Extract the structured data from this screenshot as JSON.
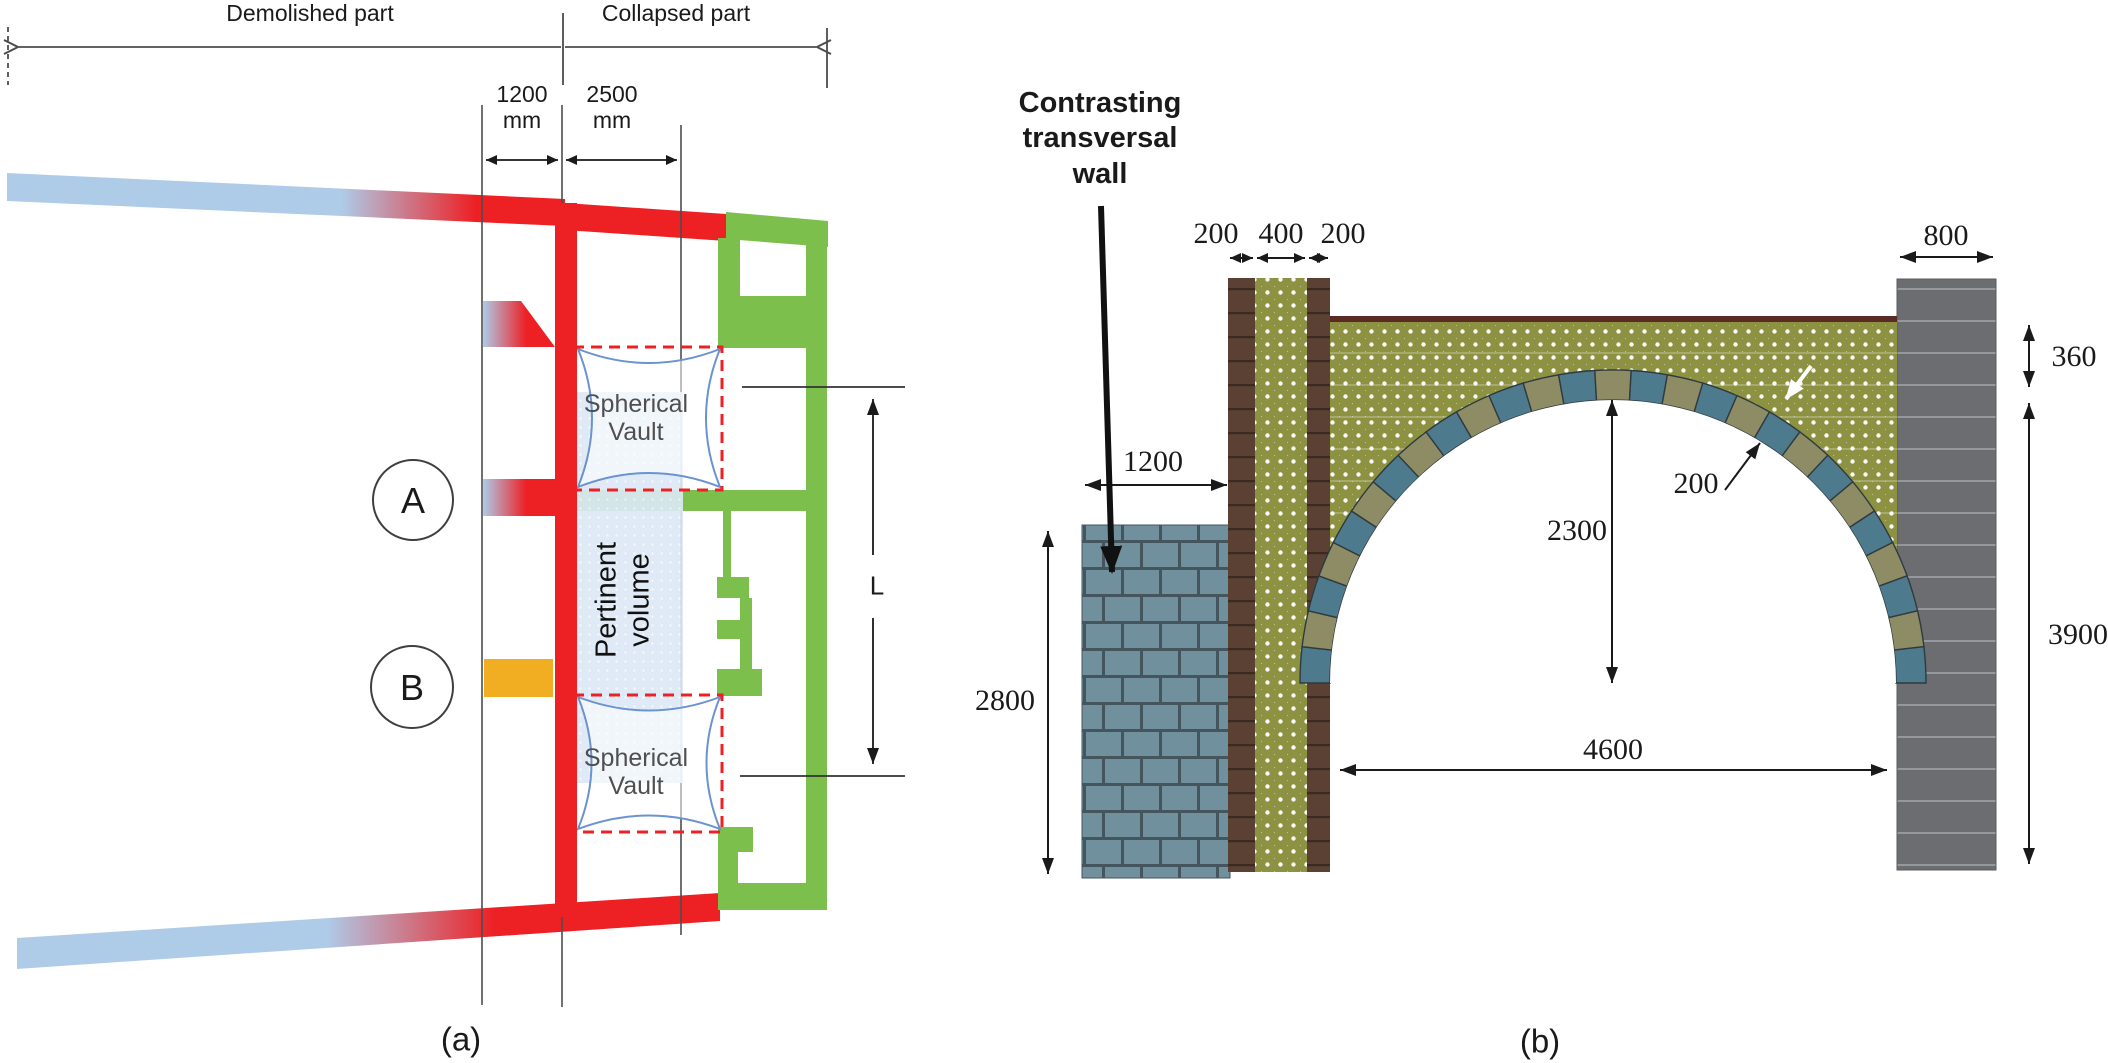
{
  "panel_a": {
    "caption": "(a)",
    "demolished_label": "Demolished part",
    "collapsed_label": "Collapsed part",
    "dim_1200": {
      "value": "1200",
      "unit": "mm"
    },
    "dim_2500": {
      "value": "2500",
      "unit": "mm"
    },
    "marker_a": "A",
    "marker_b": "B",
    "vault_top": {
      "line1": "Spherical",
      "line2": "Vault"
    },
    "vault_bottom": {
      "line1": "Spherical",
      "line2": "Vault"
    },
    "pertinent": {
      "line1": "Pertinent",
      "line2": "volume"
    },
    "dim_L": "L"
  },
  "panel_b": {
    "caption": "(b)",
    "annotation": {
      "line1": "Contrasting",
      "line2": "transversal",
      "line3": "wall"
    },
    "dim_200_left": "200",
    "dim_400": "400",
    "dim_200_right": "200",
    "dim_800": "800",
    "dim_1200": "1200",
    "dim_2800": "2800",
    "dim_2300": "2300",
    "dim_200_ring": "200",
    "dim_360": "360",
    "dim_3900": "3900",
    "dim_4600": "4600"
  },
  "colors": {
    "red": "#ED2024",
    "lightblue": "#AECBE8",
    "green": "#7CBF4C",
    "orange": "#F2AE23",
    "vaultfill": "#DCE8F5",
    "vaultstroke": "#6A93CF",
    "brickblue": "#70909E",
    "brickjoint": "#44555E",
    "brown": "#5A4134",
    "brownjoint": "#3A2A1F",
    "olive": "#8D9243",
    "graypier": "#6B6D70",
    "grayjoint": "#9AA0A4",
    "voussoirblue": "#4D7A8C",
    "voussoirtan": "#8D8C64",
    "capmaroon": "#5C2A24",
    "dimline": "#4D4D4D"
  }
}
